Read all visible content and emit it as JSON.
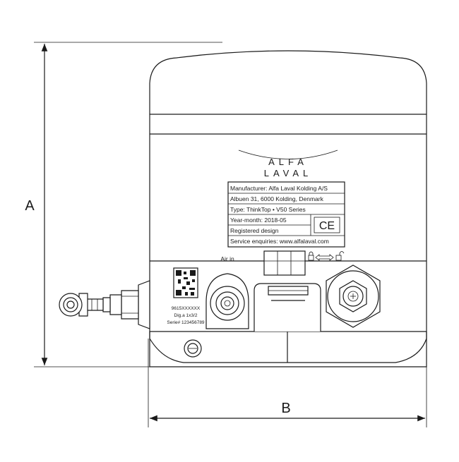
{
  "dimensions": {
    "height_label": "A",
    "width_label": "B"
  },
  "logo": {
    "line1": "ALFA",
    "line2": "LAVAL"
  },
  "nameplate": {
    "rows": [
      "Manufacturer: Alfa Laval Kolding A/S",
      "Albuen 31, 6000 Kolding, Denmark",
      "Type: ThinkTop • V50 Series",
      "Year-month: 2018-05",
      "Registered design",
      "Service enquiries: www.alfalaval.com"
    ],
    "ce_mark": "CE"
  },
  "labels": {
    "air_in": "Air in"
  },
  "id_label": {
    "line1": "9615XXXXXX",
    "line2": "Dig.a 1x3/2",
    "line3": "Serie# 123456789"
  },
  "colors": {
    "line": "#1a1a1a",
    "background": "#ffffff"
  }
}
